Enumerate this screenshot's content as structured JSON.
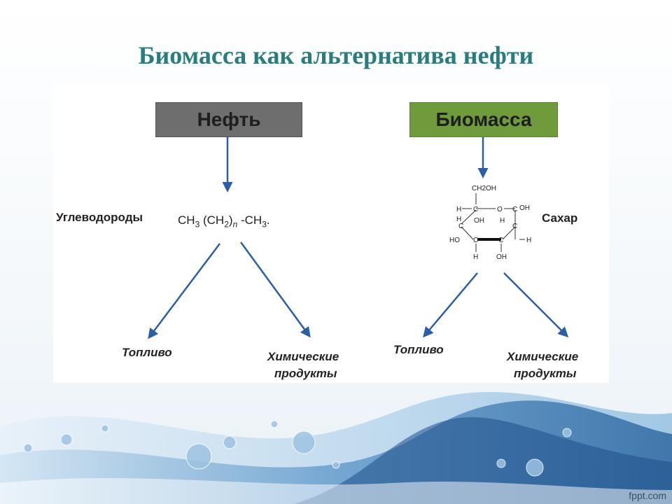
{
  "title": "Биомасса как альтернатива нефти",
  "oil": {
    "header": "Нефть",
    "substance_label": "Углеводороды",
    "formula": {
      "p1": "CH",
      "s1": "3",
      "p2": " (CH",
      "s2": "2",
      "p3": ")",
      "n": "n",
      "p4": " -CH",
      "s4": "3",
      "p5": "."
    },
    "product_fuel": "Топливо",
    "product_chem_line1": "Химические",
    "product_chem_line2": "продукты"
  },
  "biomass": {
    "header": "Биомасса",
    "substance_label": "Сахар",
    "product_fuel": "Топливо",
    "product_chem_line1": "Химические",
    "product_chem_line2": "продукты",
    "structure": {
      "ch2oh": "CH2OH",
      "ring_o": "O",
      "h_c5": "H",
      "h_c4": "H",
      "h_c1": "H",
      "h_c2": "H",
      "h_c3": "H",
      "oh_c1": "OH",
      "oh_c4": "HO",
      "oh_c3_top": "OH",
      "oh_c2": "OH",
      "c": "C"
    }
  },
  "watermark": "fppt.com",
  "colors": {
    "title": "#2a7d7f",
    "arrow": "#2b5ea7",
    "oil_box": "#6e6e6e",
    "biomass_box": "#6f9b3c"
  }
}
